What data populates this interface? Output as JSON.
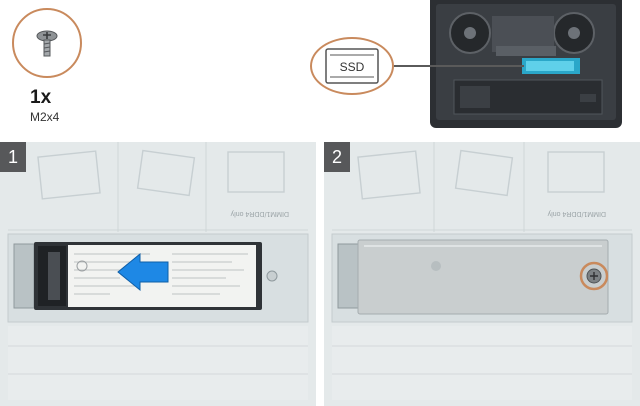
{
  "screw": {
    "quantity": "1x",
    "type": "M2x4"
  },
  "ssd_badge": {
    "label": "SSD"
  },
  "steps": [
    {
      "number": "1",
      "board_text": "DIMM1/DDR4 only"
    },
    {
      "number": "2",
      "board_text": "DIMM1/DDR4 only"
    }
  ],
  "colors": {
    "callout": "#c98a5d",
    "arrow": "#1e88e5",
    "step_badge": "#57585a"
  }
}
